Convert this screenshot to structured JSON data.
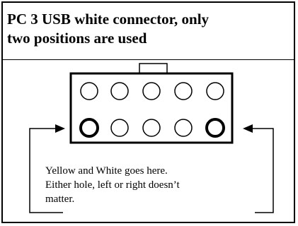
{
  "title": {
    "line1": "PC 3 USB white connector, only",
    "line2": "two positions are used"
  },
  "connector": {
    "rows": 2,
    "columns": 5,
    "used_positions": [
      "bottom-row-1",
      "bottom-row-5"
    ]
  },
  "note": {
    "line1": "Yellow and White goes here.",
    "line2": "Either hole, left or right doesn’t",
    "line3": "matter."
  }
}
